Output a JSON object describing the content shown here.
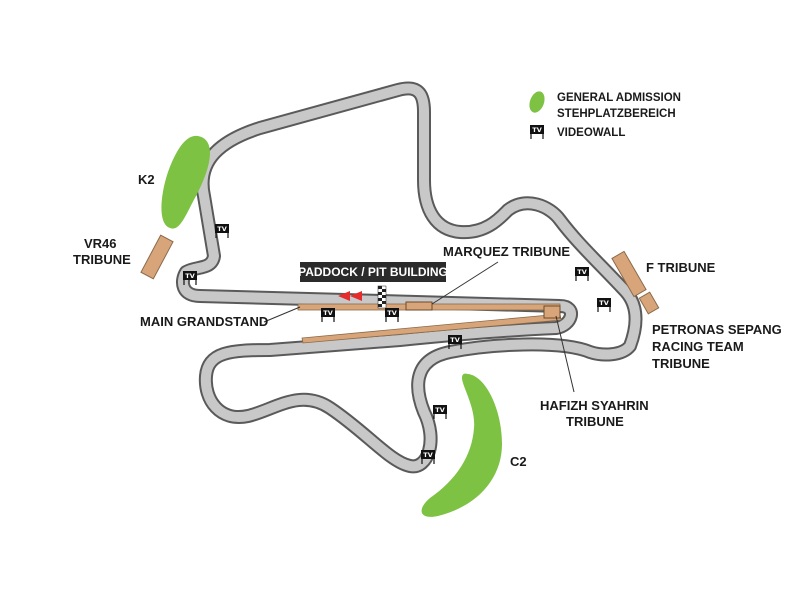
{
  "legend": {
    "general_admission": "GENERAL ADMISSION",
    "stehplatz": "STEHPLATZBEREICH",
    "videowall": "VIDEOWALL"
  },
  "labels": {
    "k2": "K2",
    "vr46_line1": "VR46",
    "vr46_line2": "TRIBUNE",
    "paddock": "PADDOCK / PIT BUILDING",
    "marquez": "MARQUEZ TRIBUNE",
    "f_tribune": "F TRIBUNE",
    "petronas_line1": "PETRONAS SEPANG",
    "petronas_line2": "RACING TEAM",
    "petronas_line3": "TRIBUNE",
    "main_grandstand": "MAIN GRANDSTAND",
    "hafizh_line1": "HAFIZH SYAHRIN",
    "hafizh_line2": "TRIBUNE",
    "c2": "C2",
    "tv": "TV"
  },
  "colors": {
    "track": "#c5c5c5",
    "track_border": "#5a5a5a",
    "grass": "#7dc242",
    "tribune": "#d8a57a",
    "tribune_border": "#8a6b4a",
    "arrow": "#e52b2b",
    "paddock_bg": "#2b2b2b"
  }
}
